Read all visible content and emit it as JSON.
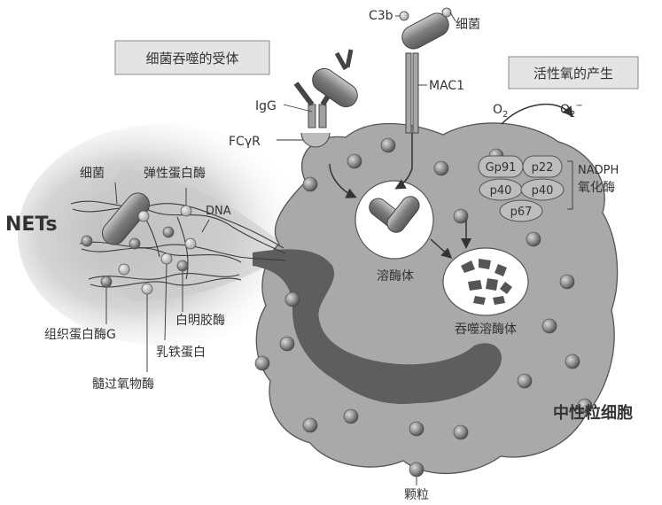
{
  "title_boxes": {
    "phagocytosis_receptors": "细菌吞噬的受体",
    "ros_production": "活性氧的产生"
  },
  "labels": {
    "nets": "NETs",
    "bacterium_net": "细菌",
    "elastase": "弹性蛋白酶",
    "dna": "DNA",
    "cathepsin_g": "组织蛋白酶G",
    "lactoferrin": "乳铁蛋白",
    "gelatinase": "白明胶酶",
    "myeloperoxidase": "髓过氧物酶",
    "igg": "IgG",
    "fcgr": "FCγR",
    "c3b": "C3b",
    "bacterium_top": "细菌",
    "mac1": "MAC1",
    "lysosome": "溶酶体",
    "phagolysosome": "吞噬溶酶体",
    "neutrophil": "中性粒细胞",
    "granule": "颗粒",
    "nadph_line1": "NADPH",
    "nadph_line2": "氧化酶",
    "o2": "O",
    "o2_sub": "2",
    "o2_super_sub": "2",
    "o2_super_sup": "−"
  },
  "nadph_subunits": [
    "Gp91",
    "p22",
    "p40",
    "p40",
    "p67"
  ]
}
